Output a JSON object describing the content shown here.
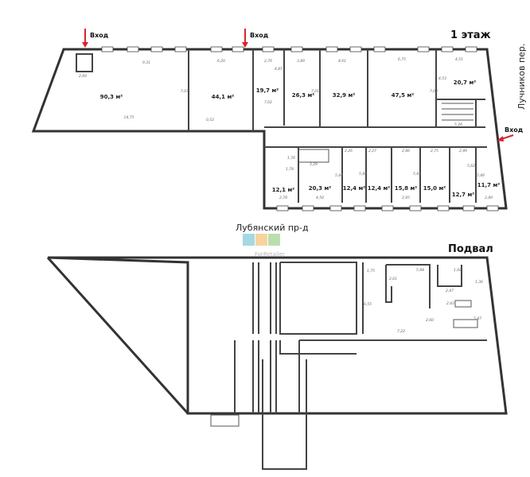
{
  "floor1": {
    "title": "1 этаж",
    "entrance_label": "Вход",
    "street_right": "Лучников пер.",
    "rooms": [
      "90,3 м²",
      "44,1 м²",
      "19,7 м²",
      "26,3 м²",
      "32,9 м²",
      "47,5 м²",
      "20,7 м²",
      "12,1 м²",
      "20,3 м²",
      "12,4 м²",
      "12,4 м²",
      "15,8 м²",
      "15,0 м²",
      "12,7 м²",
      "11,7 м²"
    ],
    "dims": [
      "9,31",
      "6,20",
      "2,76",
      "3,89",
      "4,61",
      "6,75",
      "4,51",
      "14,75",
      "7,07",
      "0,52",
      "4,85",
      "7,02",
      "7,01",
      "7,03",
      "4,53",
      "5,26",
      "2,69",
      "1,78",
      "3,29",
      "1,76",
      "2,26",
      "2,27",
      "2,86",
      "2,75",
      "2,49",
      "5,44",
      "5,48",
      "5,45",
      "5,62",
      "5,46",
      "2,78",
      "4,50",
      "2,95",
      "2,49"
    ]
  },
  "street_bottom": "Лубянский пр-д",
  "watermark": {
    "text": "ForRetailer",
    "colors": [
      "#8ecfdc",
      "#f7c987",
      "#a9d79a"
    ]
  },
  "basement": {
    "title": "Подвал",
    "dims": [
      "1,75",
      "5,98",
      "1,68",
      "2,61",
      "2,47",
      "1,36",
      "6,55",
      "2,43",
      "5,47",
      "2,60",
      "7,22"
    ]
  },
  "colors": {
    "arrow": "#d9232e",
    "wall": "#333333"
  }
}
